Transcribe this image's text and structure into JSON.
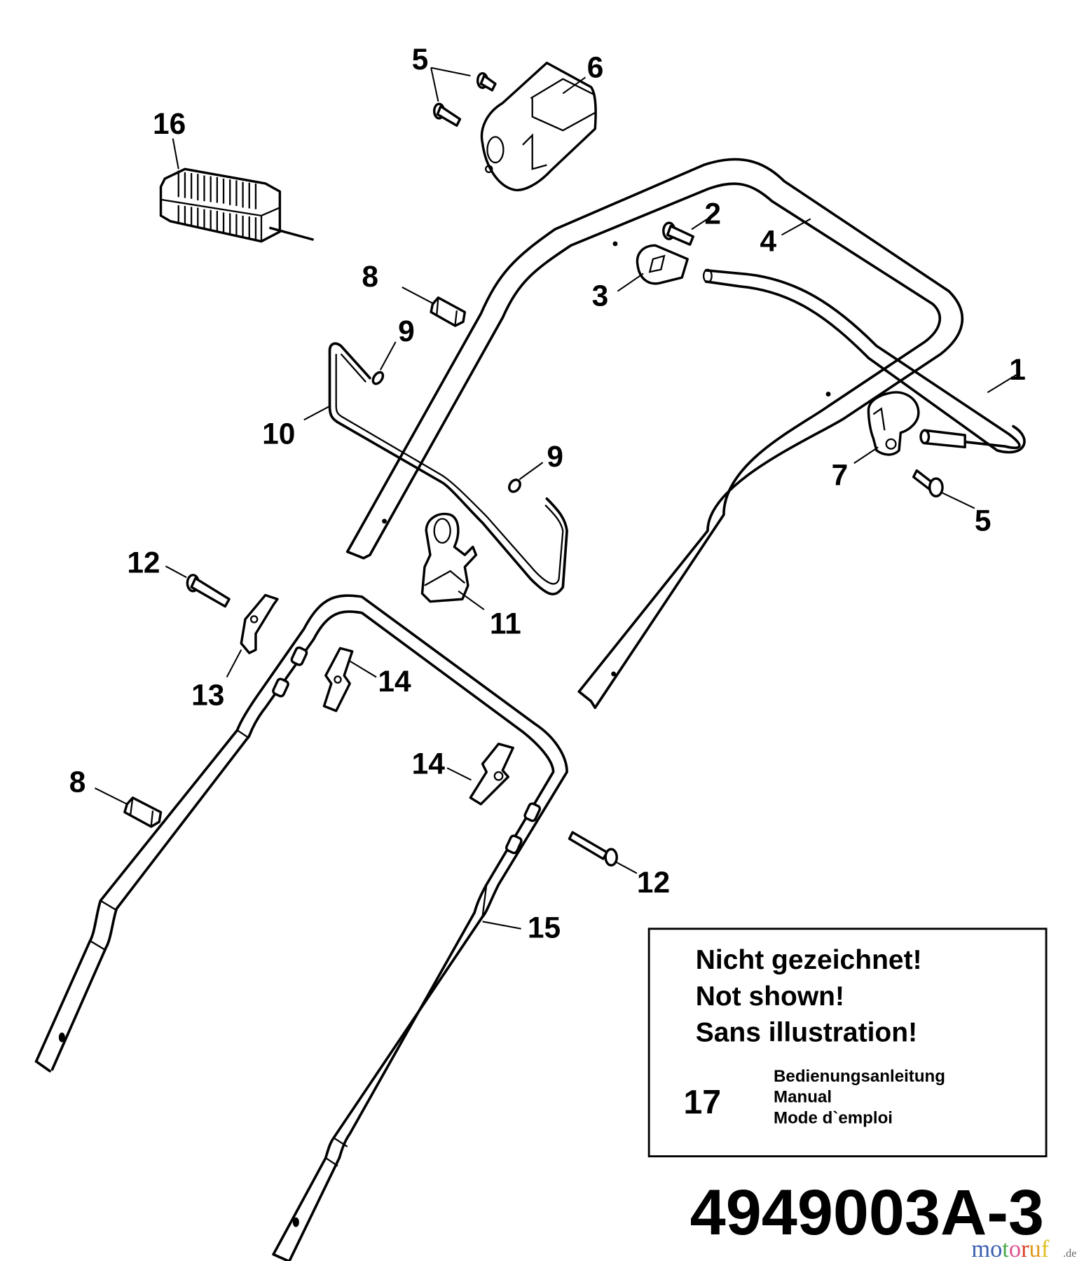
{
  "diagram": {
    "title": "Exploded parts diagram – push handle assembly",
    "part_labels": {
      "p1": "1",
      "p2": "2",
      "p3": "3",
      "p4": "4",
      "p5a": "5",
      "p5b": "5",
      "p6": "6",
      "p7": "7",
      "p8a": "8",
      "p8b": "8",
      "p9a": "9",
      "p9b": "9",
      "p10": "10",
      "p11": "11",
      "p12a": "12",
      "p12b": "12",
      "p13": "13",
      "p14a": "14",
      "p14b": "14",
      "p15": "15",
      "p16": "16"
    },
    "not_shown_box": {
      "line1": "Nicht gezeichnet!",
      "line2": "Not shown!",
      "line3": "Sans illustration!",
      "item_number": "17",
      "item_desc_de": "Bedienungsanleitung",
      "item_desc_en": "Manual",
      "item_desc_fr": "Mode d`emploi"
    },
    "drawing_number": "4949003A-3",
    "watermark": {
      "letters": [
        "m",
        "o",
        "t",
        "o",
        "r",
        "u",
        "f"
      ],
      "colors": [
        "#3b5fb0",
        "#3b5fb0",
        "#4aa84a",
        "#e05090",
        "#d9402a",
        "#e09a20",
        "#e0c020"
      ],
      "suffix": ".de"
    }
  }
}
